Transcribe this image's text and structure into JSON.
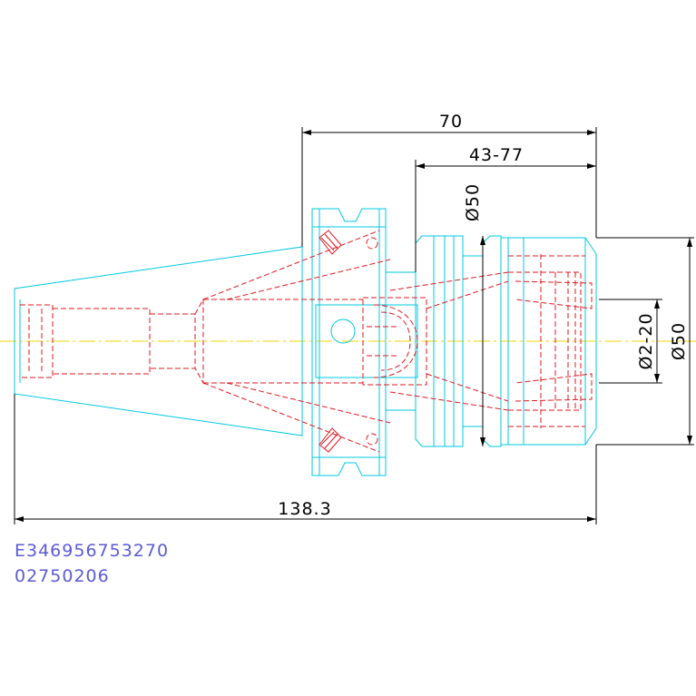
{
  "dimensions": {
    "top_length": "70",
    "range_length": "43-77",
    "left_diameter": "Ø50",
    "bore_range": "Ø2-20",
    "right_diameter": "Ø50",
    "overall_length": "138.3"
  },
  "part_codes": {
    "line1": "E346956753270",
    "line2": "02750206"
  },
  "colors": {
    "outline": "#00c8e0",
    "hidden": "#e0191f",
    "dimension": "#000000",
    "centerline": "#f0d400",
    "code_text": "#5b5bd6"
  }
}
